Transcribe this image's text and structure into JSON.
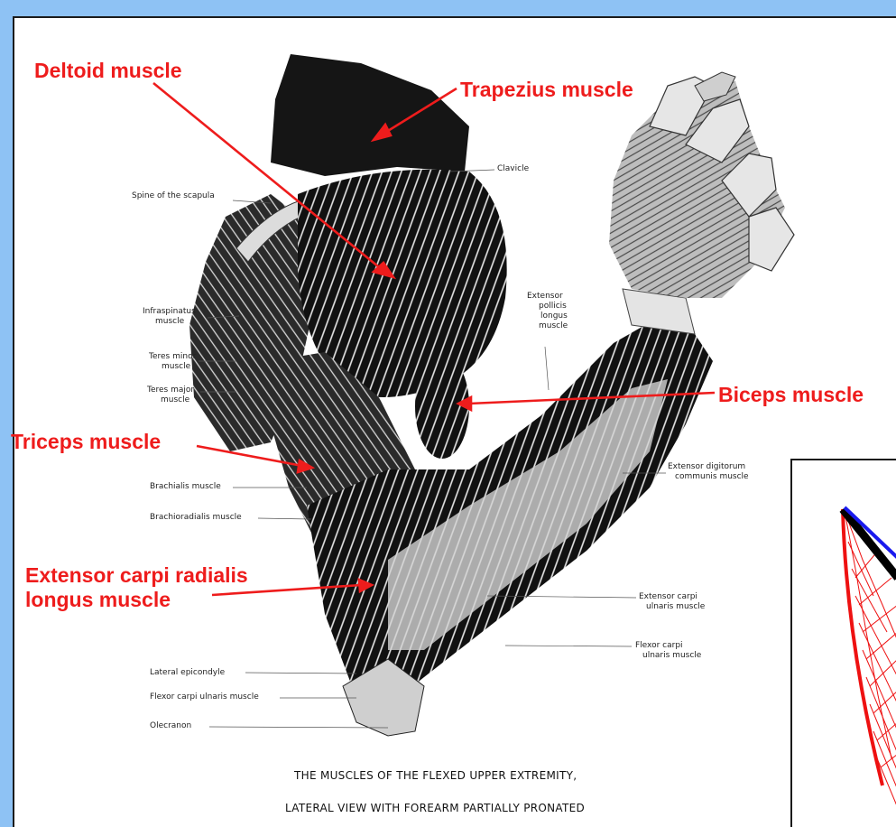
{
  "callouts": {
    "deltoid": "Deltoid muscle",
    "trapezius": "Trapezius muscle",
    "biceps": "Biceps muscle",
    "triceps": "Triceps muscle",
    "extensor_carpi_line1": "Extensor carpi radialis",
    "extensor_carpi_line2": "longus muscle"
  },
  "labels": {
    "clavicle": "Clavicle",
    "spine_scapula": "Spine of the scapula",
    "infraspinatus_1": "Infraspinatus",
    "infraspinatus_2": "muscle",
    "teres_minor_1": "Teres minor",
    "teres_minor_2": "muscle",
    "teres_major_1": "Teres major",
    "teres_major_2": "muscle",
    "extensor_pollicis_1": "Extensor",
    "extensor_pollicis_2": "pollicis",
    "extensor_pollicis_3": "longus",
    "extensor_pollicis_4": "muscle",
    "extensor_digitorum_1": "Extensor digitorum",
    "extensor_digitorum_2": "communis muscle",
    "brachialis": "Brachialis muscle",
    "brachioradialis": "Brachioradialis muscle",
    "extensor_carpi_ulnaris_1": "Extensor carpi",
    "extensor_carpi_ulnaris_2": "ulnaris muscle",
    "flexor_carpi_ulnaris_1": "Flexor carpi",
    "flexor_carpi_ulnaris_2": "ulnaris muscle",
    "lateral_epicondyle": "Lateral epicondyle",
    "flexor_carpi_ulnaris_muscle": "Flexor carpi ulnaris muscle",
    "olecranon": "Olecranon"
  },
  "caption": {
    "line1": "THE MUSCLES OF THE FLEXED UPPER EXTREMITY,",
    "line2": "LATERAL VIEW WITH FOREARM PARTIALLY PRONATED"
  },
  "colors": {
    "background": "#8ec2f4",
    "callout": "#ee1c1c",
    "inset_red": "#ee1111",
    "inset_blue": "#1a1aee",
    "inset_black": "#000000"
  }
}
